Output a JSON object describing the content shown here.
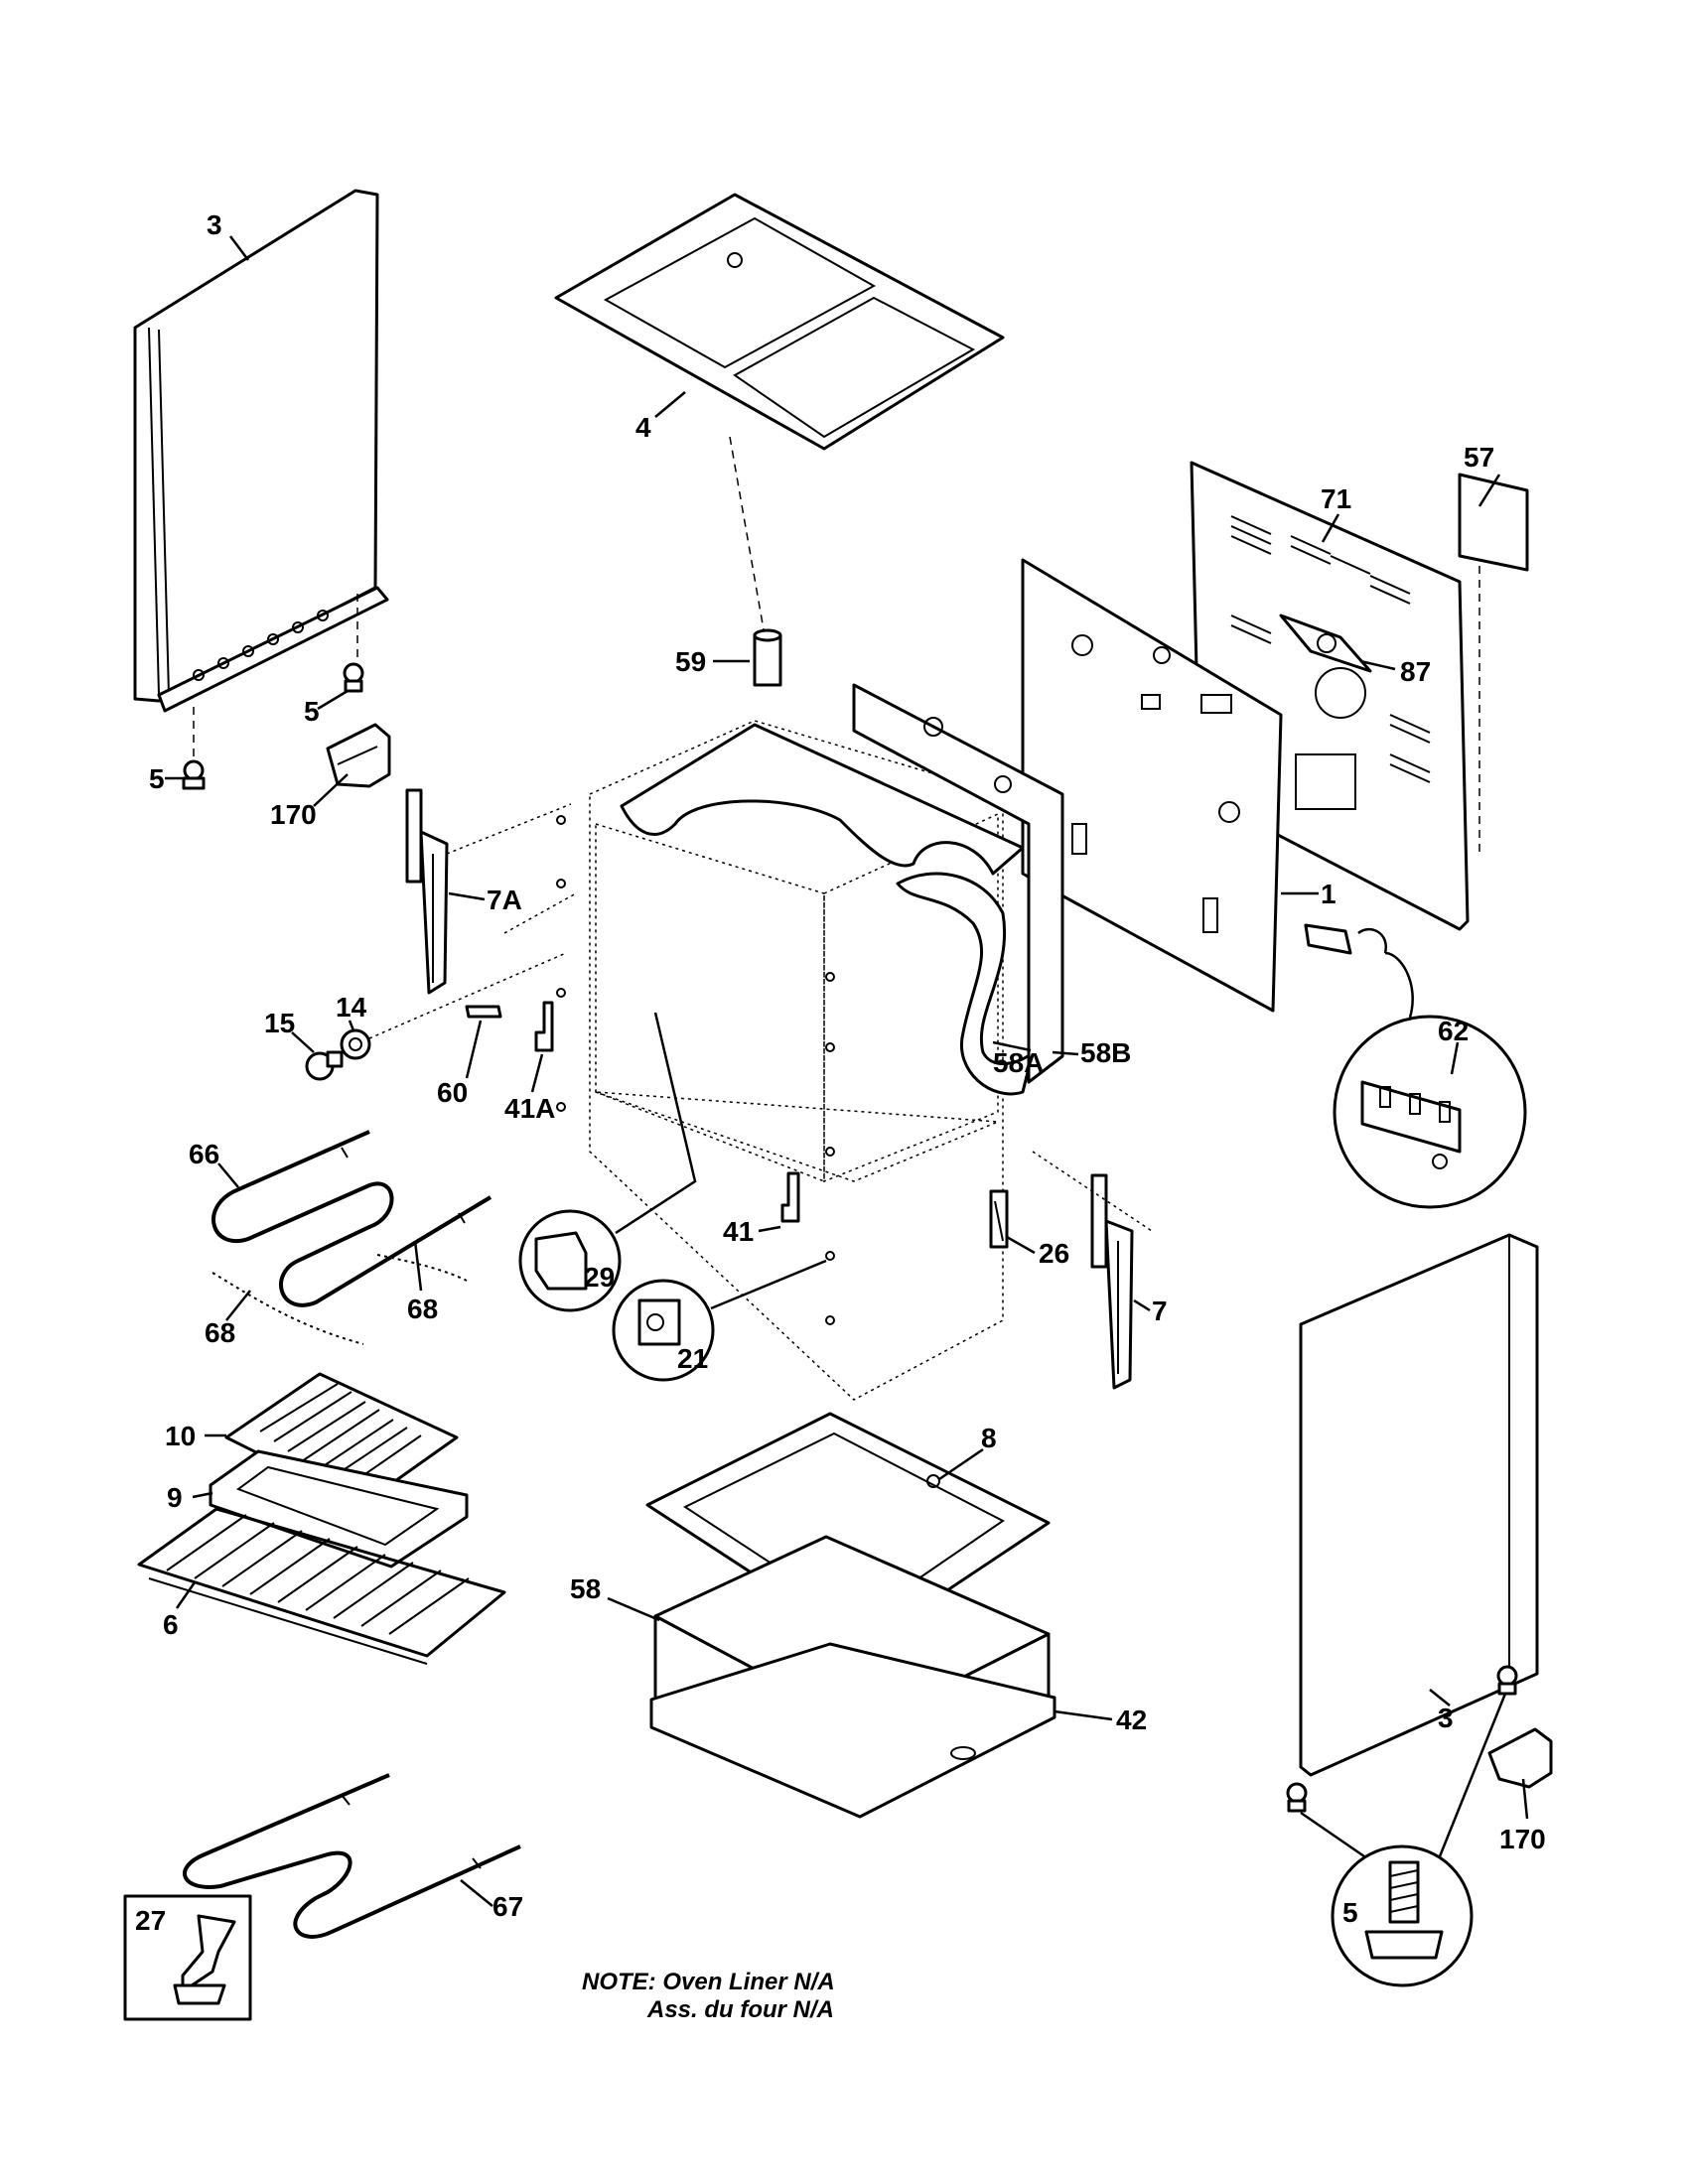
{
  "callouts": {
    "p3_left": "3",
    "p4": "4",
    "p57": "57",
    "p71": "71",
    "p87": "87",
    "p59": "59",
    "p5_upper": "5",
    "p5_lower": "5",
    "p170_left": "170",
    "p7A": "7A",
    "p1": "1",
    "p14": "14",
    "p15": "15",
    "p60": "60",
    "p41A": "41A",
    "p58A": "58A",
    "p58B": "58B",
    "p62": "62",
    "p66": "66",
    "p41": "41",
    "p26": "26",
    "p29": "29",
    "p21": "21",
    "p7": "7",
    "p68_left": "68",
    "p68_right": "68",
    "p10": "10",
    "p8": "8",
    "p9": "9",
    "p6": "6",
    "p58": "58",
    "p42": "42",
    "p3_right": "3",
    "p170_right": "170",
    "p5_circle": "5",
    "p67": "67",
    "p27": "27"
  },
  "note": {
    "line1": "NOTE: Oven Liner N/A",
    "line2": "Ass. du four N/A"
  }
}
